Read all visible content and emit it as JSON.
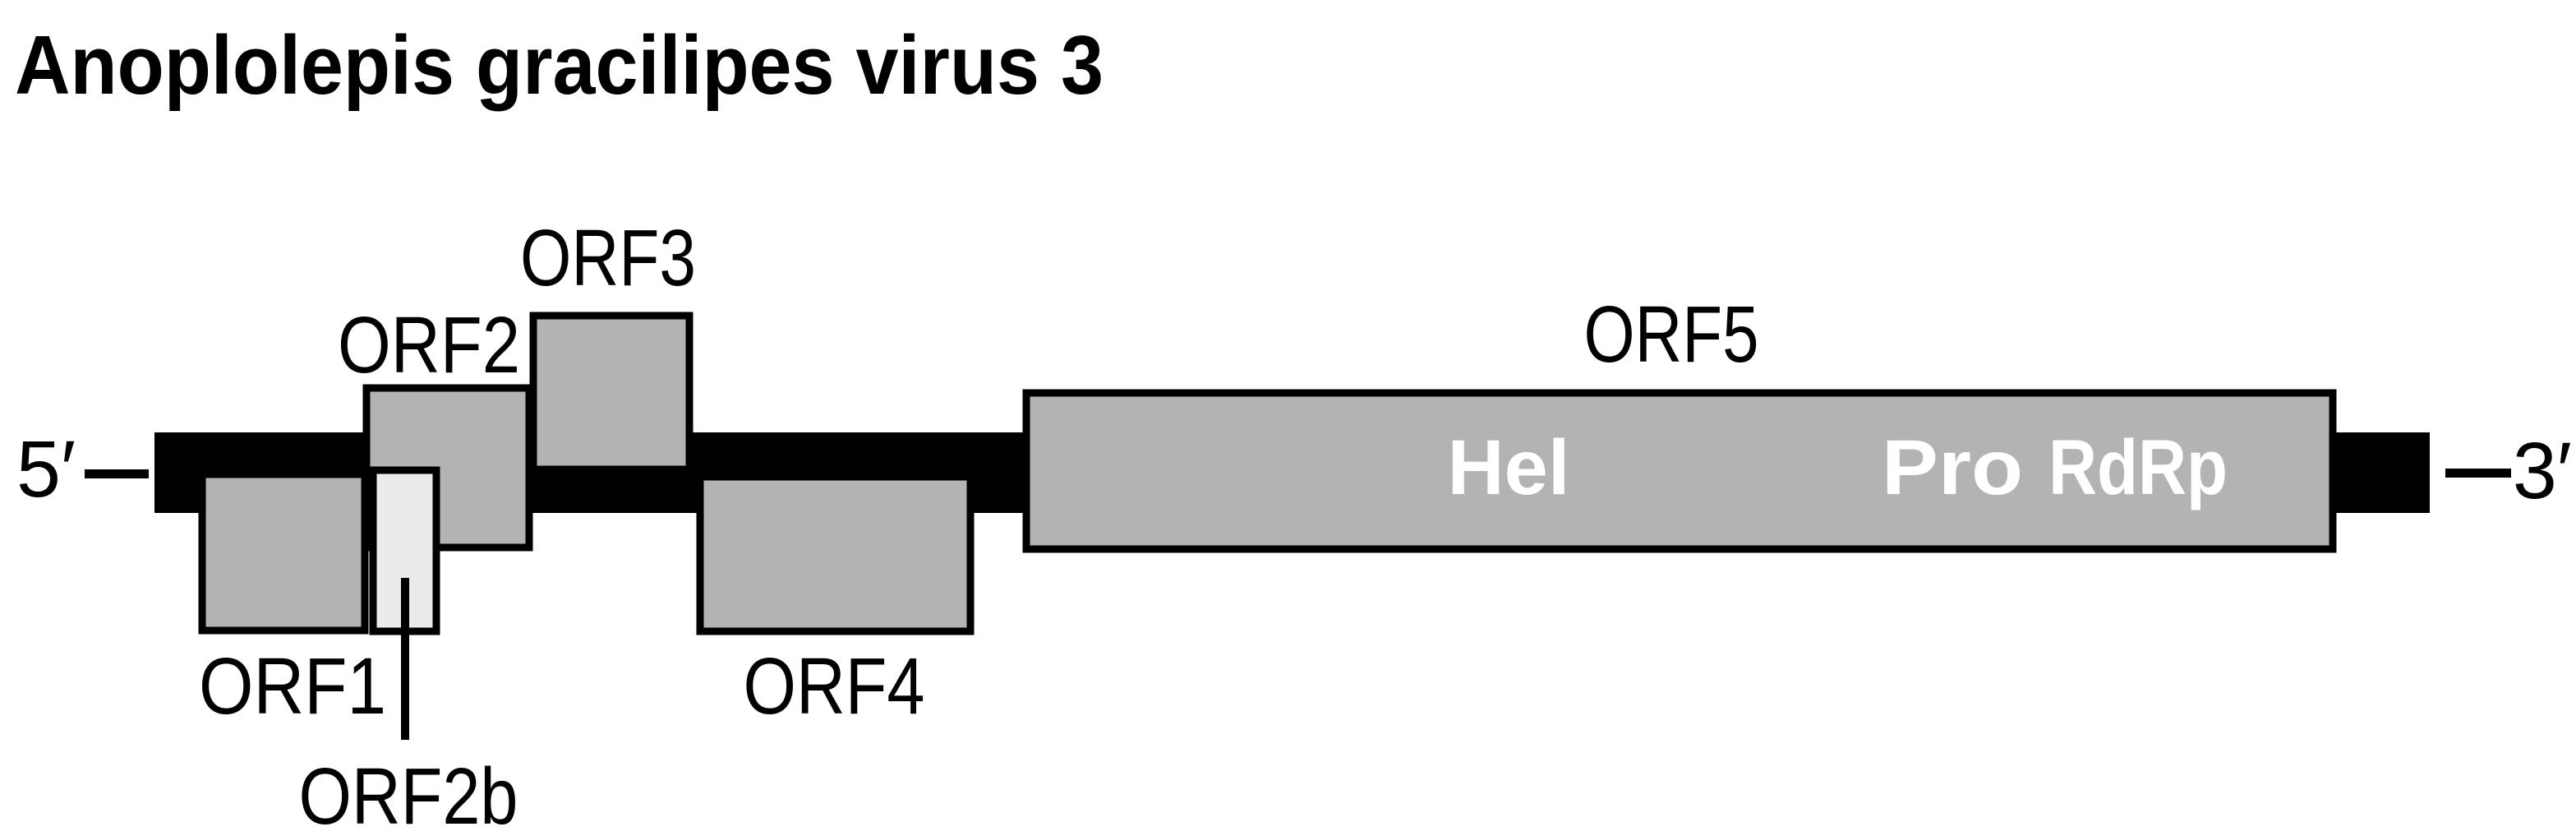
{
  "title": "Anoplolepis gracilipes virus 3",
  "genome": {
    "five_prime_label": "5′",
    "three_prime_label": "3′"
  },
  "orfs": [
    {
      "label": "ORF1"
    },
    {
      "label": "ORF2"
    },
    {
      "label": "ORF2b"
    },
    {
      "label": "ORF3"
    },
    {
      "label": "ORF4"
    },
    {
      "label": "ORF5"
    }
  ],
  "orf5_domains": [
    {
      "label": "Hel"
    },
    {
      "label": "Pro"
    },
    {
      "label": "RdRp"
    }
  ],
  "colors": {
    "orf_fill": "#b3b3b3",
    "orf2b_fill": "#ebebeb",
    "genome_bar": "#000000",
    "outline": "#000000",
    "label_text": "#000000",
    "domain_text": "#ffffff"
  }
}
